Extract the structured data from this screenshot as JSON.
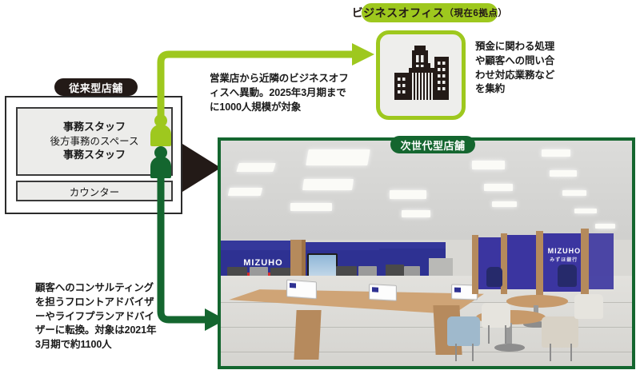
{
  "diagram": {
    "legacy": {
      "title": "従来型店舗",
      "back_office_space_label": "後方事務のスペース",
      "staff_label_top": "事務スタッフ",
      "staff_label_bottom": "事務スタッフ",
      "counter_label": "カウンター"
    },
    "business_office": {
      "title_main": "ビジネスオフィス",
      "title_sub": "（現在6拠点）",
      "icon": "office-buildings-icon",
      "description": "預金に関わる処理や顧客への問い合わせ対応業務などを集約"
    },
    "next_gen": {
      "title": "次世代型店舗",
      "photo_alt": "次世代型店舗の内装イメージ"
    },
    "flows": {
      "lime_description": "営業店から近隣のビジネスオフィスへ異動。2025年3月期までに1000人規模が対象",
      "green_description": "顧客へのコンサルティングを担うフロントアドバイザーやライフプランアドバイザーに転換。対象は2021年3月期で約1100人"
    },
    "photo_text": {
      "brand": "MIZUHO",
      "brand_sub": "みずほ銀行"
    },
    "colors": {
      "lime": "#9ec81e",
      "dark_green": "#14662f",
      "dark_pill": "#231a17",
      "brand_blue": "#2e3192",
      "box_fill": "#ececea"
    }
  }
}
